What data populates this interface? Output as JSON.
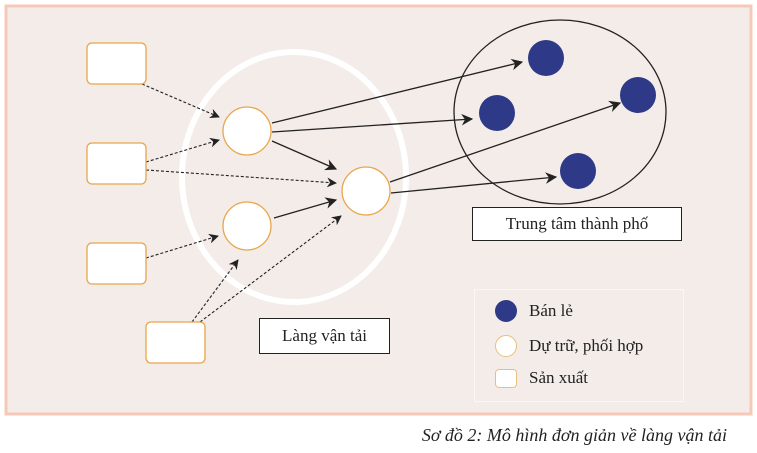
{
  "labels": {
    "city_center": "Trung tâm thành phố",
    "transport_village": "Làng vận tải"
  },
  "legend": [
    {
      "label": "Bán lẻ",
      "icon": "retail-dot-icon"
    },
    {
      "label": "Dự trữ, phối hợp",
      "icon": "storage-circle-icon"
    },
    {
      "label": "Sản xuất",
      "icon": "production-rect-icon"
    }
  ],
  "caption": "Sơ đồ 2: Mô hình đơn giản về làng vận tải",
  "colors": {
    "background": "#f3ece9",
    "frame": "#f5c8b8",
    "retail": "#2e3a87",
    "node_border": "#e9a54a"
  }
}
